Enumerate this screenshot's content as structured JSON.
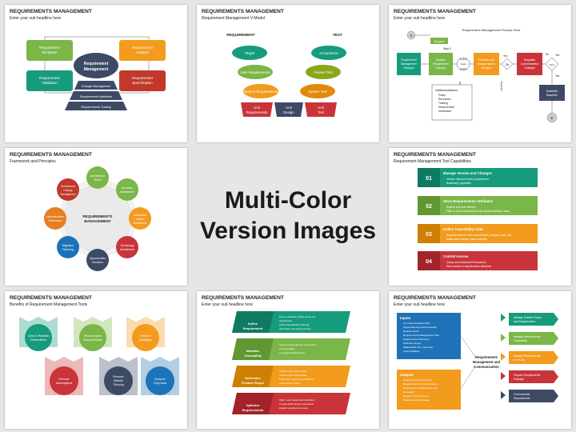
{
  "center": {
    "line1": "Multi-Color",
    "line2": "Version Images"
  },
  "s1": {
    "title": "REQUIREMENTS MANAGEMENT",
    "subtitle": "Enter your sub headline here",
    "center": [
      "Requirement",
      "Management"
    ],
    "tl": [
      "Requirement",
      "Elicitation"
    ],
    "tr": [
      "Requirement",
      "Analysis"
    ],
    "bl": [
      "Requirement",
      "Validation"
    ],
    "br": [
      "Requirement",
      "Specification"
    ],
    "tiers": [
      "Change Management",
      "Requirements Attributes",
      "Requirements Tracing"
    ]
  },
  "s2": {
    "title": "REQUIREMENTS MANAGEMENT",
    "subtitle": "Requirement Management V-Model",
    "col_left": "REQUIREMENT",
    "col_right": "TEST",
    "left": [
      "Target",
      "User Requirements",
      "System Requirements"
    ],
    "right": [
      "Acceptance",
      "Feature Test",
      "System Test"
    ],
    "bottom": [
      [
        "Unit",
        "Requirements"
      ],
      [
        "Unit",
        "Design"
      ],
      [
        "Unit",
        "Test"
      ]
    ]
  },
  "s3": {
    "title": "REQUIREMENTS MANAGEMENT",
    "subtitle": "Enter your sub headline here",
    "chart_title": "Requirement Management Process Flow",
    "start": "S",
    "end": "E",
    "source": "Source",
    "step": "Step 2",
    "boxes": [
      [
        "Requirement",
        "Management",
        "Changes"
      ],
      [
        "Analyze",
        "Requirement",
        "Changes"
      ],
      [
        "Conduct",
        "Impact",
        "Analysis"
      ],
      [
        "Prioritize and",
        "prepare and to",
        "changes"
      ],
      [
        "Negotiate",
        "Commitments/",
        "Changes"
      ]
    ],
    "ok": "Ok",
    "yes": [
      "Yes",
      "Yes",
      "Yes"
    ],
    "no": "No",
    "sides": [
      "Rejected",
      "Rejected"
    ],
    "done": "Done",
    "baseline": [
      "Establish",
      "Baseline"
    ],
    "infra_title": "Institutionalization:",
    "infra": [
      "Policy",
      "Resources",
      "Training",
      "Measurement",
      "Verification"
    ]
  },
  "s4": {
    "title": "REQUIREMENTS MANAGEMENT",
    "subtitle": "Framework and Principles",
    "center": [
      "REQUIREMENTS",
      "MANAGEMENT"
    ],
    "nodes": [
      [
        "Architecture",
        "Vision"
      ],
      [
        "Business",
        "Architecture"
      ],
      [
        "Information",
        "System",
        "Architecture"
      ],
      [
        "Technology",
        "Architecture"
      ],
      [
        "Opportunities",
        "Solutions"
      ],
      [
        "Migration",
        "Planning"
      ],
      [
        "Implementation",
        "Governance"
      ],
      [
        "Architecture",
        "Change",
        "Management"
      ]
    ]
  },
  "s5": {
    "title": "REQUIREMENTS MANAGEMENT",
    "subtitle": "Requirement Management Tool Capabilities",
    "items": [
      {
        "num": "01",
        "head": "Manage Version and Changes",
        "lines": [
          "Version history of every requirement",
          "Baselining Capability"
        ]
      },
      {
        "num": "02",
        "head": "Store Requirements Attributes",
        "lines": [
          "System and user defined",
          "Filter to view requirements with specific attribute value"
        ]
      },
      {
        "num": "03",
        "head": "Define Traceability Links",
        "lines": [
          "Requirements to other requirements, designs, tests, etc",
          "Assist with change impact analysis"
        ]
      },
      {
        "num": "04",
        "head": "Control Access",
        "lines": [
          "Group and Individual Permissions",
          "Web access to requirements database"
        ]
      }
    ]
  },
  "s6": {
    "title": "REQUIREMENTS MANAGEMENT",
    "subtitle": "Benefits of Requirement Management Tools",
    "top": [
      [
        "Clear & Realistic",
        "Deliverables"
      ],
      [
        "Remove poor",
        "Documentation"
      ],
      [
        "Remove",
        "Ambiguity"
      ]
    ],
    "bottom": [
      [
        "Remove",
        "Assumptions"
      ],
      [
        "Remove",
        "Wishful",
        "Thinking"
      ],
      [
        "Remove",
        "Grey Area"
      ]
    ]
  },
  "s7": {
    "title": "REQUIREMENTS MANAGEMENT",
    "subtitle": "Enter your sub headline here",
    "rows": [
      {
        "label": [
          "Define",
          "Requirement"
        ],
        "lines": [
          "Ensure definition clarity across all",
          "requirement",
          "Clarify Specification through",
          "discussion and decide priority"
        ]
      },
      {
        "label": [
          "Maintain",
          "Traceability"
        ],
        "lines": [
          "Capture dependencies and impact",
          "Link Concepts",
          "Leverage Existing Ideas"
        ]
      },
      {
        "label": [
          "Determine",
          "Product Scope"
        ],
        "lines": [
          "Analyze true scope of the",
          "requirements specification",
          "Determine requirement fulfillment",
          "to the design teams"
        ]
      },
      {
        "label": [
          "Optimize",
          "Requirements"
        ],
        "lines": [
          "Right –size requirement definition",
          "to work within known constraints",
          "Enable requirement re-use"
        ]
      }
    ]
  },
  "s8": {
    "title": "REQUIREMENTS MANAGEMENT",
    "subtitle": "Enter your sub headline here",
    "inputs_title": "Inputs",
    "inputs": [
      "Art Communication Plan",
      "Organizational Process Assets",
      "Requirements",
      "Requirements Management Plan",
      "Requirements Structure",
      "Solutions Scope",
      "Stakeholder List, roles and",
      "responsibilities"
    ],
    "outputs_title": "Outputs",
    "outputs": [
      "Requirements (Approved)",
      "Requirements (Communicated)",
      "Requirements (Maintained and",
      "Reusable)",
      "Requirements (Traced)",
      "Requirements Package"
    ],
    "center": [
      "Requirements",
      "Management and",
      "Communication"
    ],
    "arrows": [
      [
        "Manage Solution Scope",
        "and Requirements"
      ],
      [
        "Manage Requirements",
        "Traceability"
      ],
      [
        "Manage Requirements",
        "for re-use"
      ],
      [
        "Prepare Requirements",
        "Package"
      ],
      [
        "Communicate",
        "Requirements"
      ]
    ]
  },
  "colors": {
    "green": "#7ab648",
    "teal": "#169b7d",
    "orange": "#f29b1d",
    "red": "#c0392b",
    "blue": "#1e73b8",
    "navy": "#3d4a66",
    "crimson": "#c8343a"
  }
}
